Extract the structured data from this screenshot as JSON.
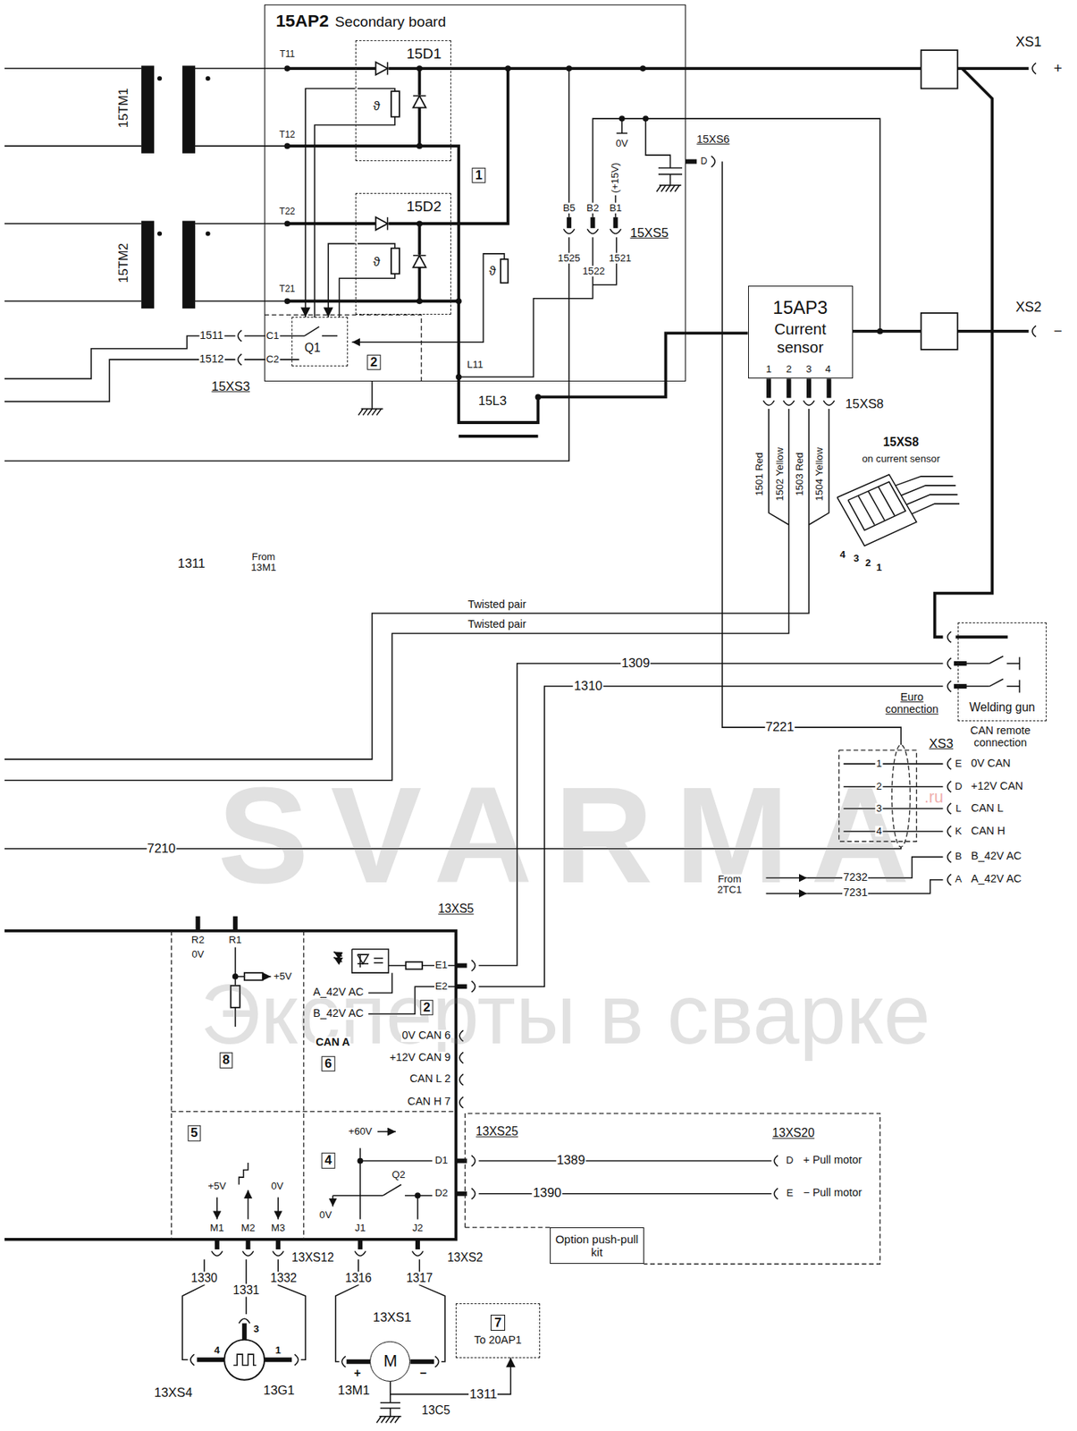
{
  "diagram": {
    "nodes": [
      {
        "text": [
          "15AP2",
          "Secondary board"
        ]
      },
      {
        "text": [
          "15D1"
        ],
        "in": 0
      },
      {
        "text": [
          "15D2"
        ],
        "in": 0
      },
      {
        "text": [
          "Q1"
        ],
        "in": 0
      },
      {
        "text": [
          "15AP3",
          "Current sensor"
        ]
      },
      {
        "text": [
          "Welding gun"
        ]
      },
      {
        "text": [
          "Option push-pull kit"
        ]
      },
      {
        "text": [
          "7",
          "To 20AP1"
        ]
      },
      {
        "text": [
          "M"
        ]
      }
    ],
    "edges": [
      {
        "from": 1,
        "to": 3,
        "arrow": "to"
      },
      {
        "from": 2,
        "to": 3,
        "arrow": "to"
      },
      {
        "from": 8,
        "to": 7,
        "label": "1311",
        "arrow": "to"
      }
    ],
    "labels": [
      "T11",
      "T12",
      "T22",
      "T21",
      "ϑ",
      "ϑ",
      "ϑ",
      "1",
      "2",
      "0V",
      "(+15V)",
      "15XS6",
      "D",
      "B5",
      "B2",
      "B1",
      "15XS5",
      "1525",
      "1522",
      "1521",
      "C1",
      "C2",
      "1511",
      "1512",
      "15XS3",
      "L11",
      "15L3",
      "XS1",
      "+",
      "XS2",
      "−",
      "15TM1",
      "15TM2",
      "1",
      "2",
      "3",
      "4",
      "15XS8",
      "1501 Red",
      "1502 Yellow",
      "1503 Red",
      "1504 Yellow",
      "15XS8",
      "on current sensor",
      "4",
      "3",
      "2",
      "1",
      "1311",
      "From 13M1",
      "Twisted pair",
      "Twisted pair",
      "1309",
      "1310",
      "Euro connection",
      "CAN remote connection",
      "7221",
      "XS3",
      "1",
      "2",
      "3",
      "4",
      "E",
      "D",
      "L",
      "K",
      "B",
      "A",
      "0V CAN",
      "+12V CAN",
      "CAN L",
      "CAN H",
      "B_42V AC",
      "A_42V AC",
      "7210",
      "From 2TC1",
      "7232",
      "7231",
      "13XS5",
      "R2",
      "0V",
      "R1",
      "+5V",
      "E1",
      "E2",
      "A_42V AC",
      "B_42V AC",
      "2",
      "CAN A",
      "0V CAN 6",
      "+12V CAN 9",
      "CAN L 2",
      "CAN H 7",
      "8",
      "6",
      "5",
      "4",
      "+60V",
      "Q2",
      "D1",
      "D2",
      "13XS25",
      "13XS20",
      "1389",
      "1390",
      "D",
      "+ Pull motor",
      "E",
      "− Pull motor",
      "+5V",
      "0V",
      "0V",
      "M1",
      "M2",
      "M3",
      "J1",
      "J2",
      "13XS12",
      "13XS2",
      "1330",
      "1331",
      "1332",
      "1316",
      "1317",
      "13XS1",
      "3",
      "4",
      "1",
      "+",
      "−",
      "13XS4",
      "13G1",
      "13M1",
      "13C5",
      "SVARMA",
      ".ru",
      "Эксперты в сварке"
    ]
  }
}
